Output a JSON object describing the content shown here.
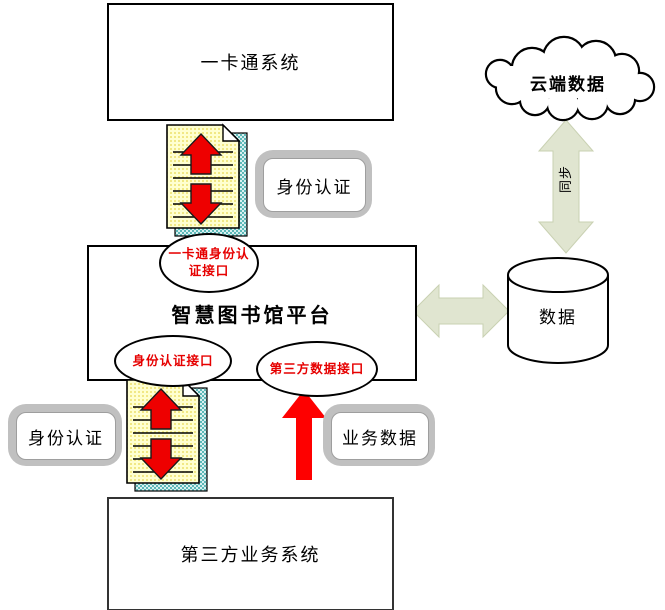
{
  "diagram": {
    "title_hint": "智慧图书馆平台架构图",
    "nodes": {
      "onecard_system": {
        "label": "一卡通系统"
      },
      "cloud": {
        "label": "云端数据"
      },
      "platform": {
        "label": "智慧图书馆平台"
      },
      "database": {
        "label": "数据"
      },
      "third_party_system": {
        "label": "第三方业务系统"
      }
    },
    "interfaces": {
      "onecard_auth": {
        "line1": "一卡通身份认",
        "line2": "证接口"
      },
      "auth": {
        "label": "身份认证接口"
      },
      "third_party_data": {
        "label": "第三方数据接口"
      }
    },
    "badges": {
      "auth_top": {
        "label": "身份认证"
      },
      "auth_bottom": {
        "label": "身份认证"
      },
      "business_data": {
        "label": "业务数据"
      }
    },
    "connectors": {
      "cloud_sync": {
        "label": "同步"
      }
    },
    "icons": [
      "document-sync-icon-top",
      "document-sync-icon-bottom",
      "up-down-arrow-icon",
      "left-right-arrow-icon",
      "red-up-arrow-icon",
      "cloud-icon",
      "database-cylinder-icon"
    ],
    "colors": {
      "accent_red": "#ee0000",
      "interface_text_red": "#e60000",
      "arrow_sage_green": "#e0e5d0",
      "paper_yellow": "#ffffd0",
      "paper_dot": "#e8d84f",
      "shadow_teal": "#5cb8b8",
      "badge_gray": "#c0c0c0",
      "line_black": "#000000"
    }
  }
}
